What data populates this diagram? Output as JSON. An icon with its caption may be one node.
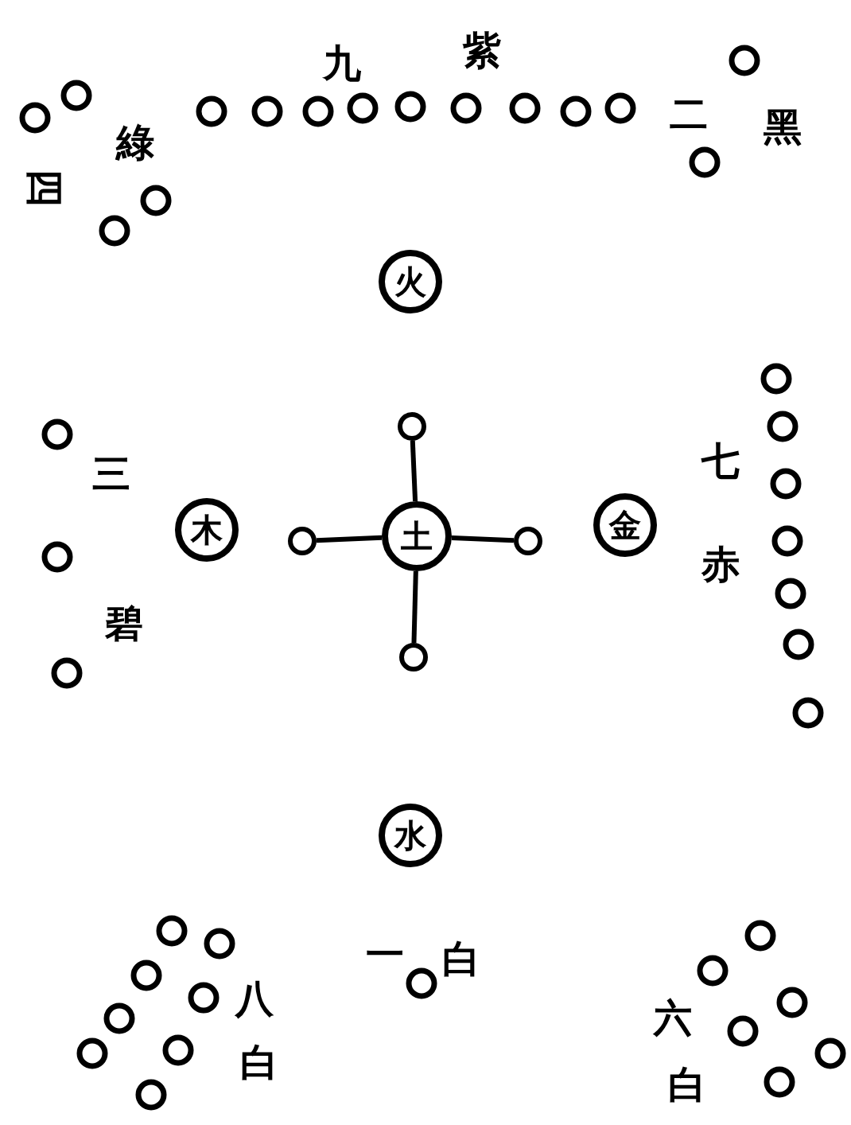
{
  "diagram": {
    "nodes": [
      {
        "text": [
          "火"
        ]
      },
      {
        "text": [
          "木"
        ]
      },
      {
        "text": [
          "土"
        ]
      },
      {
        "text": [
          "金"
        ]
      },
      {
        "text": [
          "水"
        ]
      },
      {
        "text": [],
        "shape": "circle"
      },
      {
        "text": [],
        "shape": "circle"
      },
      {
        "text": [],
        "shape": "circle"
      },
      {
        "text": [],
        "shape": "circle"
      }
    ],
    "edges": [
      {
        "from": 2,
        "to": 5,
        "arrow": "none"
      },
      {
        "from": 2,
        "to": 6,
        "arrow": "none"
      },
      {
        "from": 2,
        "to": 7,
        "arrow": "none"
      },
      {
        "from": 2,
        "to": 8,
        "arrow": "none"
      }
    ],
    "labels": [
      "九",
      "紫",
      "綠",
      "四",
      "二",
      "黑",
      "三",
      "碧",
      "七",
      "赤",
      "八",
      "白",
      "一",
      "白",
      "六",
      "白"
    ]
  }
}
